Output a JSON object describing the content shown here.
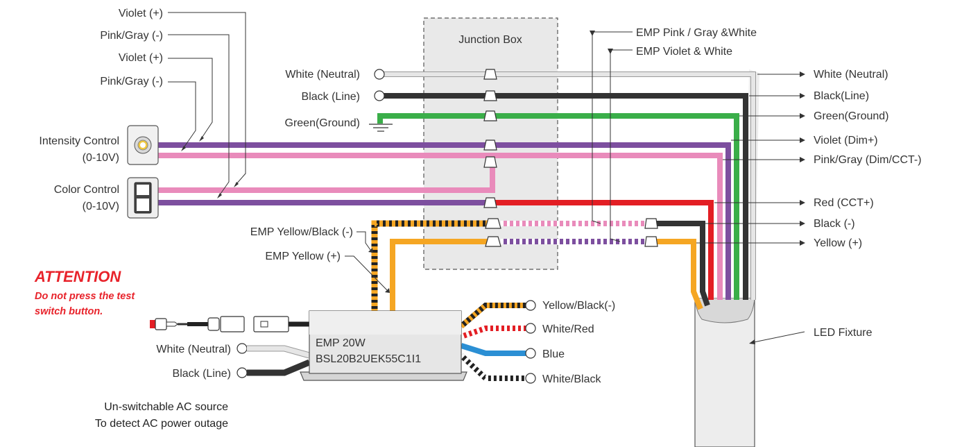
{
  "colors": {
    "violet": "#7d4f9f",
    "pink": "#e98bbb",
    "white_wire": "#e6e6e6",
    "black_wire": "#333333",
    "green": "#3aae49",
    "red": "#e31e24",
    "yellow": "#f5a623",
    "blue": "#2b8fd4",
    "attention": "#e8232b",
    "junction_fill": "#e9e9e9"
  },
  "junction_box": {
    "label": "Junction Box"
  },
  "top_left_labels": [
    "Violet (+)",
    "Pink/Gray (-)",
    "Violet (+)",
    "Pink/Gray (-)"
  ],
  "controls": {
    "intensity": {
      "line1": "Intensity Control",
      "line2": "(0-10V)"
    },
    "color": {
      "line1": "Color Control",
      "line2": "(0-10V)"
    }
  },
  "supply_labels": [
    "White (Neutral)",
    "Black (Line)",
    "Green(Ground)"
  ],
  "emp_top_labels": [
    "EMP Pink / Gray &White",
    "EMP Violet & White"
  ],
  "right_labels": [
    "White (Neutral)",
    "Black(Line)",
    "Green(Ground)",
    "Violet (Dim+)",
    "Pink/Gray (Dim/CCT-)",
    "Red (CCT+)",
    "Black (-)",
    "Yellow (+)"
  ],
  "emp_left_labels": [
    "EMP Yellow/Black (-)",
    "EMP Yellow (+)"
  ],
  "attention": {
    "title": "ATTENTION",
    "line1": "Do not press the test",
    "line2": "switch button."
  },
  "emp_module": {
    "line1": "EMP 20W",
    "line2": "BSL20B2UEK55C1I1"
  },
  "ac_labels": [
    "White (Neutral)",
    "Black (Line)"
  ],
  "emp_outputs": [
    "Yellow/Black(-)",
    "White/Red",
    "Blue",
    "White/Black"
  ],
  "fixture": {
    "label": "LED Fixture"
  },
  "source_note": {
    "line1": "Un-switchable AC source",
    "line2": "To detect AC power outage"
  }
}
